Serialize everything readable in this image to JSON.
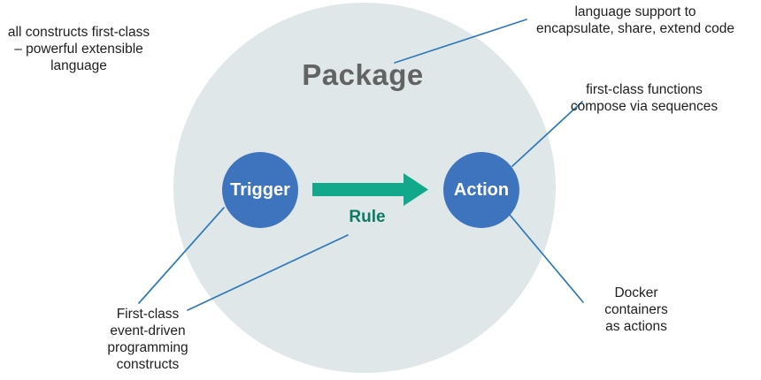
{
  "colors": {
    "package_fill": "#dfe7e9",
    "node_blue": "#3e74bd",
    "arrow_teal": "#12a88b",
    "rule_green": "#0d7a62",
    "line_blue": "#2e79b9",
    "package_text": "#626363",
    "annotation_text": "#1f1f1f"
  },
  "diagram": {
    "package_label": "Package",
    "trigger_label": "Trigger",
    "action_label": "Action",
    "rule_label": "Rule"
  },
  "annotations": {
    "top_left": {
      "lines": [
        "all constructs first-class",
        "– powerful extensible",
        "language"
      ]
    },
    "package_note": {
      "lines": [
        "language support to",
        "encapsulate, share, extend code"
      ]
    },
    "action_note": {
      "lines": [
        "first-class functions",
        "compose via sequences"
      ]
    },
    "docker_note": {
      "lines": [
        "Docker",
        "containers",
        "as actions"
      ]
    },
    "trigger_note": {
      "lines": [
        "First-class",
        "event-driven",
        "programming",
        "constructs"
      ]
    }
  }
}
